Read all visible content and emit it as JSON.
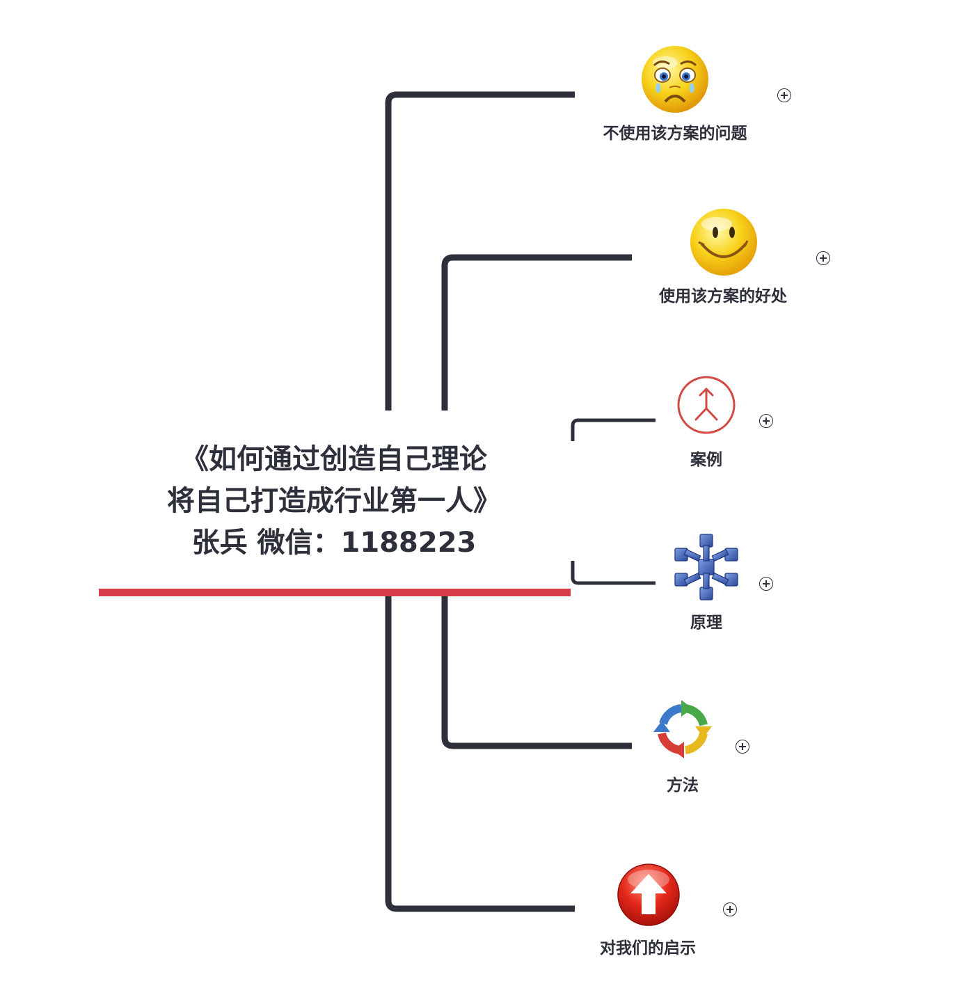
{
  "root": {
    "title_lines": [
      "《如何通过创造自己理论",
      "将自己打造成行业第一人》",
      "张兵  微信：1188223"
    ]
  },
  "branches": [
    {
      "id": "problems",
      "label": "不使用该方案的问题",
      "icon": "crying-face-icon"
    },
    {
      "id": "benefits",
      "label": "使用该方案的好处",
      "icon": "smiley-face-icon"
    },
    {
      "id": "cases",
      "label": "案例",
      "icon": "merge-arrow-icon"
    },
    {
      "id": "principles",
      "label": "原理",
      "icon": "molecule-structure-icon"
    },
    {
      "id": "methods",
      "label": "方法",
      "icon": "cycle-arrows-icon"
    },
    {
      "id": "inspiration",
      "label": "对我们的启示",
      "icon": "up-arrow-icon"
    }
  ],
  "colors": {
    "connector": "#2d2f3a",
    "root_underline": "#d63c47",
    "text": "#2d2f3a"
  }
}
